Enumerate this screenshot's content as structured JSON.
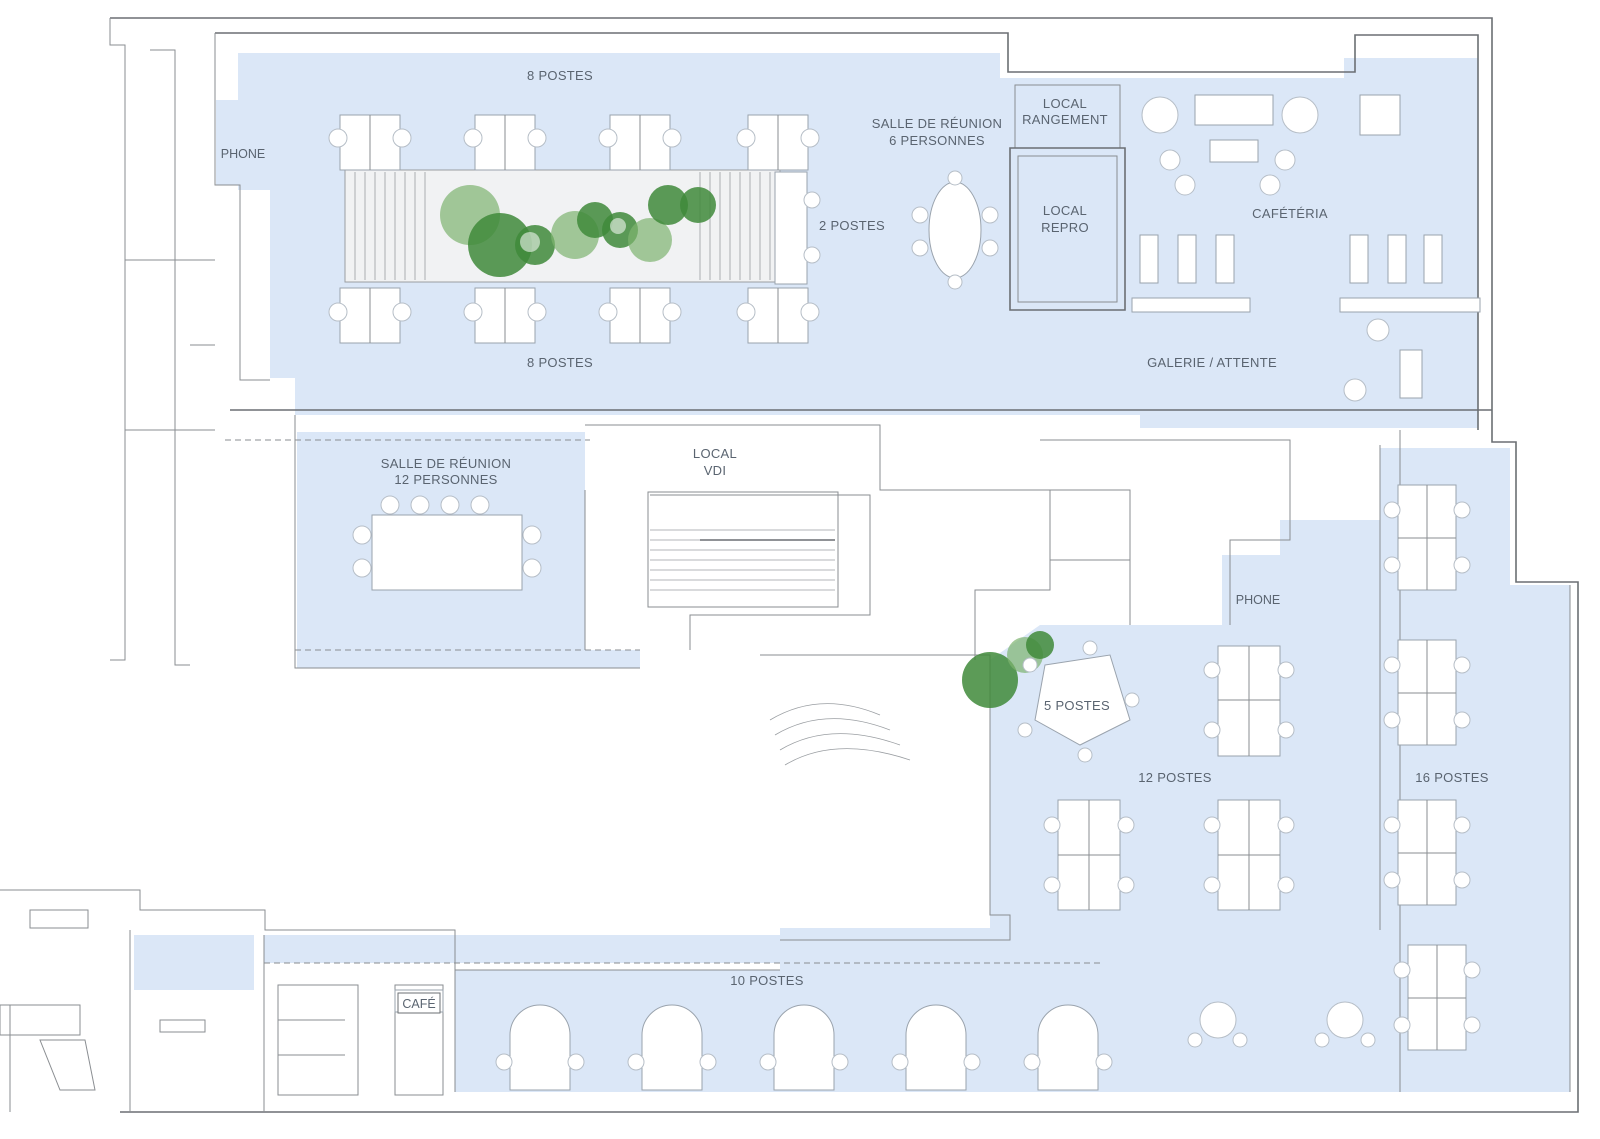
{
  "colors": {
    "zone_fill": "#dbe7f7",
    "wall": "#6b6f73",
    "desk": "#ffffff",
    "plant": "#3f8a3a"
  },
  "labels": {
    "postes_8_top": "8 POSTES",
    "postes_8_bottom": "8 POSTES",
    "phone_left": "PHONE",
    "postes_2": "2 POSTES",
    "salle_6_line1": "SALLE DE RÉUNION",
    "salle_6_line2": "6 PERSONNES",
    "local_rangement_line1": "LOCAL",
    "local_rangement_line2": "RANGEMENT",
    "local_repro_line1": "LOCAL",
    "local_repro_line2": "REPRO",
    "cafeteria": "CAFÉTÉRIA",
    "galerie": "GALERIE / ATTENTE",
    "salle_12_line1": "SALLE DE RÉUNION",
    "salle_12_line2": "12 PERSONNES",
    "local_vdi_line1": "LOCAL",
    "local_vdi_line2": "VDI",
    "phone_right": "PHONE",
    "postes_5": "5 POSTES",
    "postes_12": "12 POSTES",
    "postes_16": "16 POSTES",
    "postes_10": "10 POSTES",
    "cafe": "CAFÉ"
  }
}
